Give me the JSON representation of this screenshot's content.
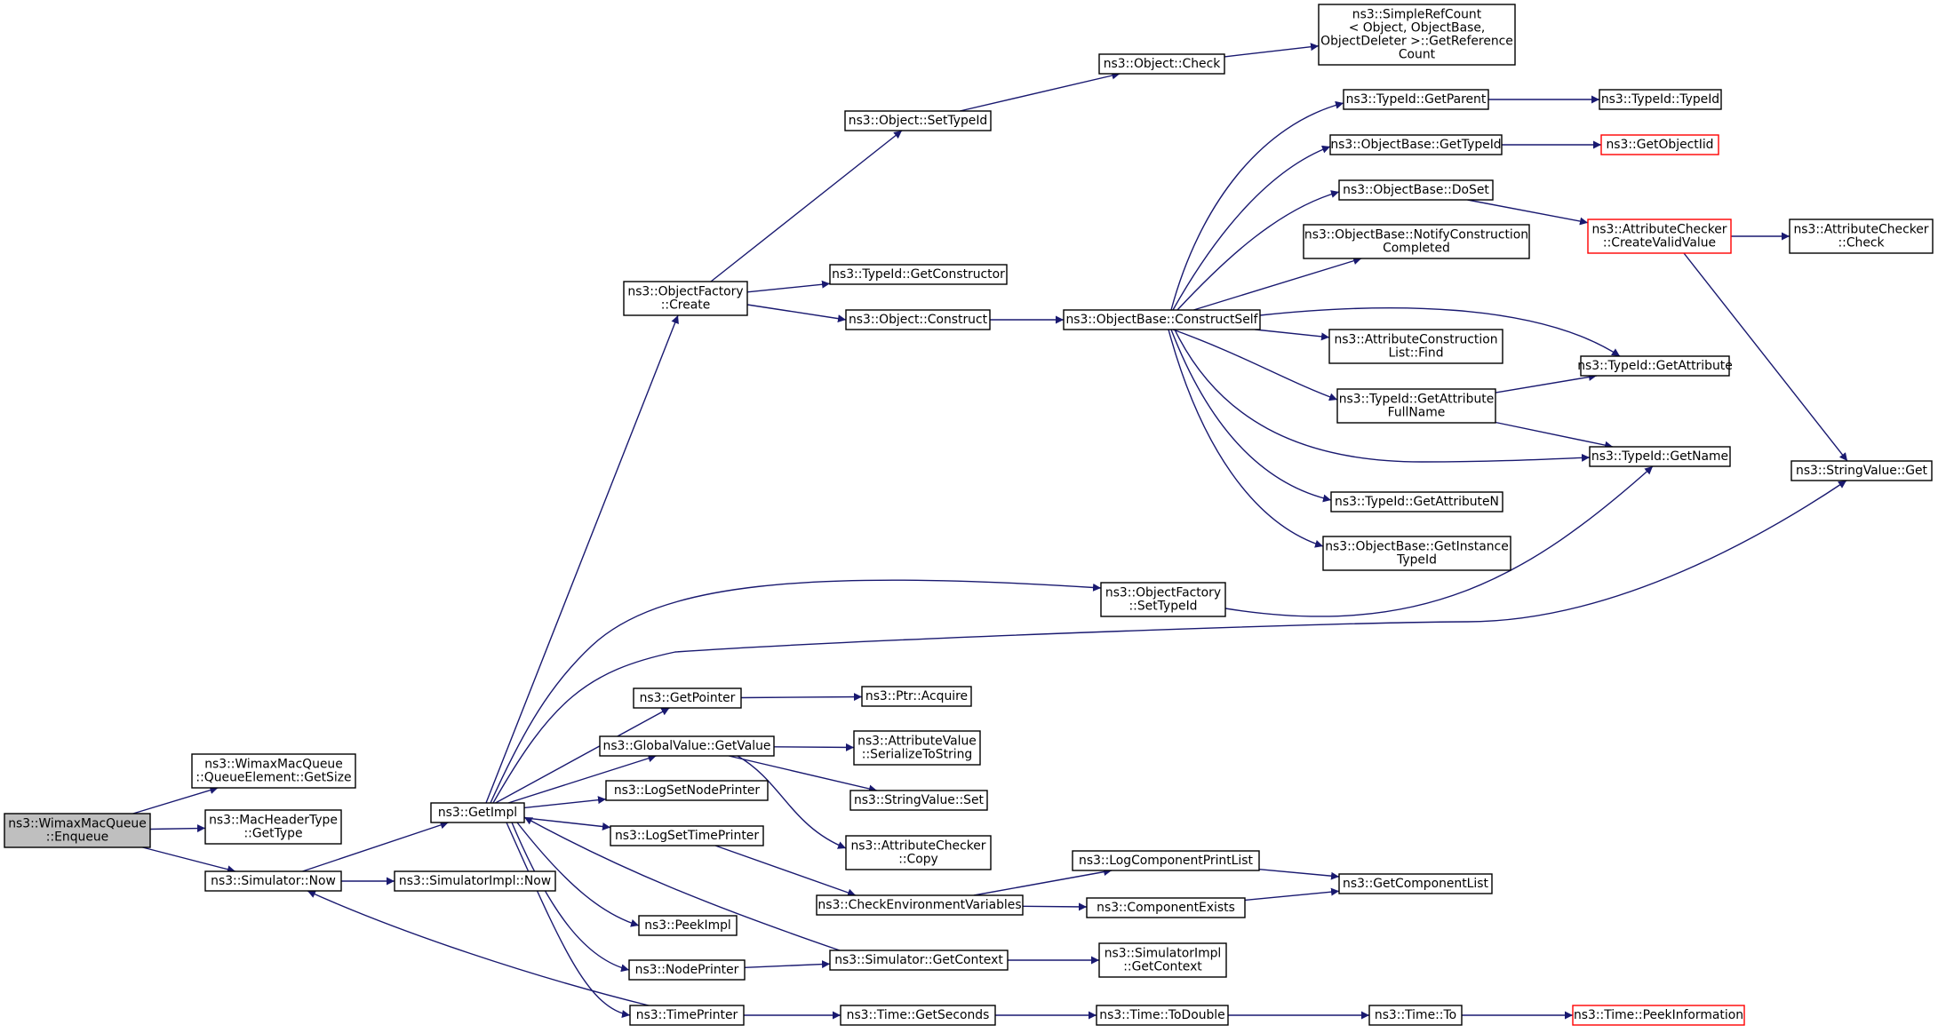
{
  "graph": {
    "edge_color": "#191970",
    "root_fill": "#bfbfbf",
    "highlight_border": "#ff0000",
    "nodes": [
      {
        "id": "enqueue",
        "lines": [
          "ns3::WimaxMacQueue",
          "::Enqueue"
        ],
        "root": true
      },
      {
        "id": "qe_getsize",
        "lines": [
          "ns3::WimaxMacQueue",
          "::QueueElement::GetSize"
        ]
      },
      {
        "id": "mht_gettype",
        "lines": [
          "ns3::MacHeaderType",
          "::GetType"
        ]
      },
      {
        "id": "sim_now",
        "lines": [
          "ns3::Simulator::Now"
        ]
      },
      {
        "id": "simimpl_now",
        "lines": [
          "ns3::SimulatorImpl::Now"
        ]
      },
      {
        "id": "getimpl",
        "lines": [
          "ns3::GetImpl"
        ]
      },
      {
        "id": "of_create",
        "lines": [
          "ns3::ObjectFactory",
          "::Create"
        ]
      },
      {
        "id": "obj_settypeid",
        "lines": [
          "ns3::Object::SetTypeId"
        ]
      },
      {
        "id": "obj_check",
        "lines": [
          "ns3::Object::Check"
        ]
      },
      {
        "id": "srefcount",
        "lines": [
          "ns3::SimpleRefCount",
          "< Object, ObjectBase,",
          "ObjectDeleter >::GetReference",
          "Count"
        ]
      },
      {
        "id": "tid_getctor",
        "lines": [
          "ns3::TypeId::GetConstructor"
        ]
      },
      {
        "id": "obj_construct",
        "lines": [
          "ns3::Object::Construct"
        ]
      },
      {
        "id": "ob_constructself",
        "lines": [
          "ns3::ObjectBase::ConstructSelf"
        ]
      },
      {
        "id": "tid_getparent",
        "lines": [
          "ns3::TypeId::GetParent"
        ]
      },
      {
        "id": "tid_typeid",
        "lines": [
          "ns3::TypeId::TypeId"
        ]
      },
      {
        "id": "ob_gettypeid",
        "lines": [
          "ns3::ObjectBase::GetTypeId"
        ]
      },
      {
        "id": "getobjectiid",
        "lines": [
          "ns3::GetObjectIid"
        ],
        "red": true
      },
      {
        "id": "ob_doset",
        "lines": [
          "ns3::ObjectBase::DoSet"
        ]
      },
      {
        "id": "ac_createvalid",
        "lines": [
          "ns3::AttributeChecker",
          "::CreateValidValue"
        ],
        "red": true
      },
      {
        "id": "ac_check",
        "lines": [
          "ns3::AttributeChecker",
          "::Check"
        ]
      },
      {
        "id": "ob_notify",
        "lines": [
          "ns3::ObjectBase::NotifyConstruction",
          "Completed"
        ]
      },
      {
        "id": "acl_find",
        "lines": [
          "ns3::AttributeConstruction",
          "List::Find"
        ]
      },
      {
        "id": "tid_getattribute",
        "lines": [
          "ns3::TypeId::GetAttribute"
        ]
      },
      {
        "id": "tid_getattrfull",
        "lines": [
          "ns3::TypeId::GetAttribute",
          "FullName"
        ]
      },
      {
        "id": "tid_getname",
        "lines": [
          "ns3::TypeId::GetName"
        ]
      },
      {
        "id": "sv_get",
        "lines": [
          "ns3::StringValue::Get"
        ]
      },
      {
        "id": "tid_getattrn",
        "lines": [
          "ns3::TypeId::GetAttributeN"
        ]
      },
      {
        "id": "ob_getinstance",
        "lines": [
          "ns3::ObjectBase::GetInstance",
          "TypeId"
        ]
      },
      {
        "id": "of_settypeid",
        "lines": [
          "ns3::ObjectFactory",
          "::SetTypeId"
        ]
      },
      {
        "id": "getpointer",
        "lines": [
          "ns3::GetPointer"
        ]
      },
      {
        "id": "ptr_acquire",
        "lines": [
          "ns3::Ptr::Acquire"
        ]
      },
      {
        "id": "gv_getvalue",
        "lines": [
          "ns3::GlobalValue::GetValue"
        ]
      },
      {
        "id": "av_serialize",
        "lines": [
          "ns3::AttributeValue",
          "::SerializeToString"
        ]
      },
      {
        "id": "sv_set",
        "lines": [
          "ns3::StringValue::Set"
        ]
      },
      {
        "id": "ac_copy",
        "lines": [
          "ns3::AttributeChecker",
          "::Copy"
        ]
      },
      {
        "id": "logsetnode",
        "lines": [
          "ns3::LogSetNodePrinter"
        ]
      },
      {
        "id": "logsettime",
        "lines": [
          "ns3::LogSetTimePrinter"
        ]
      },
      {
        "id": "checkenv",
        "lines": [
          "ns3::CheckEnvironmentVariables"
        ]
      },
      {
        "id": "logcompprint",
        "lines": [
          "ns3::LogComponentPrintList"
        ]
      },
      {
        "id": "compexists",
        "lines": [
          "ns3::ComponentExists"
        ]
      },
      {
        "id": "getcomplist",
        "lines": [
          "ns3::GetComponentList"
        ]
      },
      {
        "id": "peekimpl",
        "lines": [
          "ns3::PeekImpl"
        ]
      },
      {
        "id": "nodeprinter",
        "lines": [
          "ns3::NodePrinter"
        ]
      },
      {
        "id": "sim_getcontext",
        "lines": [
          "ns3::Simulator::GetContext"
        ]
      },
      {
        "id": "simimpl_getcontext",
        "lines": [
          "ns3::SimulatorImpl",
          "::GetContext"
        ]
      },
      {
        "id": "timeprinter",
        "lines": [
          "ns3::TimePrinter"
        ]
      },
      {
        "id": "time_getseconds",
        "lines": [
          "ns3::Time::GetSeconds"
        ]
      },
      {
        "id": "time_todouble",
        "lines": [
          "ns3::Time::ToDouble"
        ]
      },
      {
        "id": "time_to",
        "lines": [
          "ns3::Time::To"
        ]
      },
      {
        "id": "time_peekinfo",
        "lines": [
          "ns3::Time::PeekInformation"
        ],
        "red": true
      }
    ],
    "edges": [
      [
        "enqueue",
        "qe_getsize"
      ],
      [
        "enqueue",
        "mht_gettype"
      ],
      [
        "enqueue",
        "sim_now"
      ],
      [
        "sim_now",
        "simimpl_now"
      ],
      [
        "sim_now",
        "getimpl"
      ],
      [
        "getimpl",
        "of_create"
      ],
      [
        "getimpl",
        "of_settypeid"
      ],
      [
        "getimpl",
        "sv_get"
      ],
      [
        "getimpl",
        "getpointer"
      ],
      [
        "getimpl",
        "gv_getvalue"
      ],
      [
        "getimpl",
        "logsetnode"
      ],
      [
        "getimpl",
        "logsettime"
      ],
      [
        "getimpl",
        "peekimpl"
      ],
      [
        "getimpl",
        "nodeprinter"
      ],
      [
        "getimpl",
        "timeprinter"
      ],
      [
        "of_create",
        "obj_settypeid"
      ],
      [
        "of_create",
        "tid_getctor"
      ],
      [
        "of_create",
        "obj_construct"
      ],
      [
        "obj_settypeid",
        "obj_check"
      ],
      [
        "obj_check",
        "srefcount"
      ],
      [
        "obj_construct",
        "ob_constructself"
      ],
      [
        "ob_constructself",
        "tid_getparent"
      ],
      [
        "ob_constructself",
        "ob_gettypeid"
      ],
      [
        "ob_constructself",
        "ob_doset"
      ],
      [
        "ob_constructself",
        "ob_notify"
      ],
      [
        "ob_constructself",
        "acl_find"
      ],
      [
        "ob_constructself",
        "tid_getattribute"
      ],
      [
        "ob_constructself",
        "tid_getattrfull"
      ],
      [
        "ob_constructself",
        "tid_getname"
      ],
      [
        "ob_constructself",
        "tid_getattrn"
      ],
      [
        "ob_constructself",
        "ob_getinstance"
      ],
      [
        "tid_getparent",
        "tid_typeid"
      ],
      [
        "ob_gettypeid",
        "getobjectiid"
      ],
      [
        "ob_doset",
        "ac_createvalid"
      ],
      [
        "ac_createvalid",
        "ac_check"
      ],
      [
        "ac_createvalid",
        "sv_get"
      ],
      [
        "tid_getattrfull",
        "tid_getattribute"
      ],
      [
        "tid_getattrfull",
        "tid_getname"
      ],
      [
        "of_settypeid",
        "tid_getname"
      ],
      [
        "getpointer",
        "ptr_acquire"
      ],
      [
        "gv_getvalue",
        "av_serialize"
      ],
      [
        "gv_getvalue",
        "sv_set"
      ],
      [
        "gv_getvalue",
        "ac_copy"
      ],
      [
        "logsettime",
        "checkenv"
      ],
      [
        "checkenv",
        "logcompprint"
      ],
      [
        "checkenv",
        "compexists"
      ],
      [
        "logcompprint",
        "getcomplist"
      ],
      [
        "compexists",
        "getcomplist"
      ],
      [
        "nodeprinter",
        "sim_getcontext"
      ],
      [
        "sim_getcontext",
        "simimpl_getcontext"
      ],
      [
        "sim_getcontext",
        "getimpl"
      ],
      [
        "timeprinter",
        "time_getseconds"
      ],
      [
        "timeprinter",
        "sim_now"
      ],
      [
        "time_getseconds",
        "time_todouble"
      ],
      [
        "time_todouble",
        "time_to"
      ],
      [
        "time_to",
        "time_peekinfo"
      ]
    ]
  }
}
